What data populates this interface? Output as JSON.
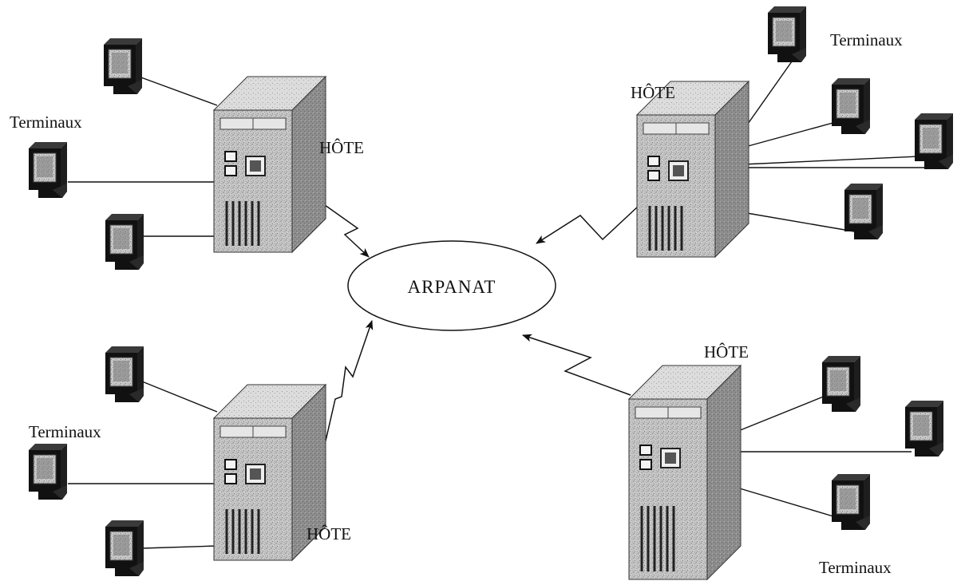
{
  "network": {
    "label": "ARPANAT"
  },
  "hosts": [
    {
      "label": "HÔTE",
      "group_label": "Terminaux"
    },
    {
      "label": "HÔTE",
      "group_label": "Terminaux"
    },
    {
      "label": "HÔTE",
      "group_label": "Terminaux"
    },
    {
      "label": "HÔTE",
      "group_label": "Terminaux"
    }
  ]
}
